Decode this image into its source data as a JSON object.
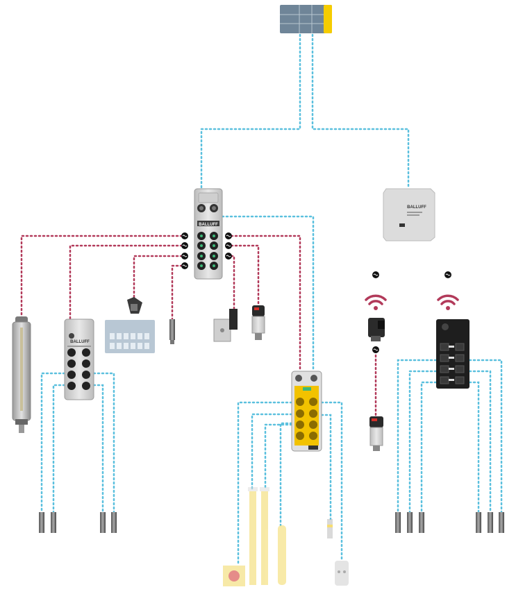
{
  "colors": {
    "ethernet_line": "#5bc0de",
    "iolink_line": "#b23a5a",
    "device_metal": "#d4d4d4",
    "device_dark": "#2a2a2a",
    "safety_yellow": "#f2c200",
    "plc_gray": "#6f8598",
    "plc_accent": "#f5cc00"
  },
  "brand": {
    "main_master_logo": "BALLUFF",
    "hub_logo": "BALLUFF",
    "wireless_master_logo": "BALLUFF"
  },
  "icons": {
    "port_symbol": "io-link-port-icon",
    "wireless_symbol": "wifi-signal-icon"
  }
}
